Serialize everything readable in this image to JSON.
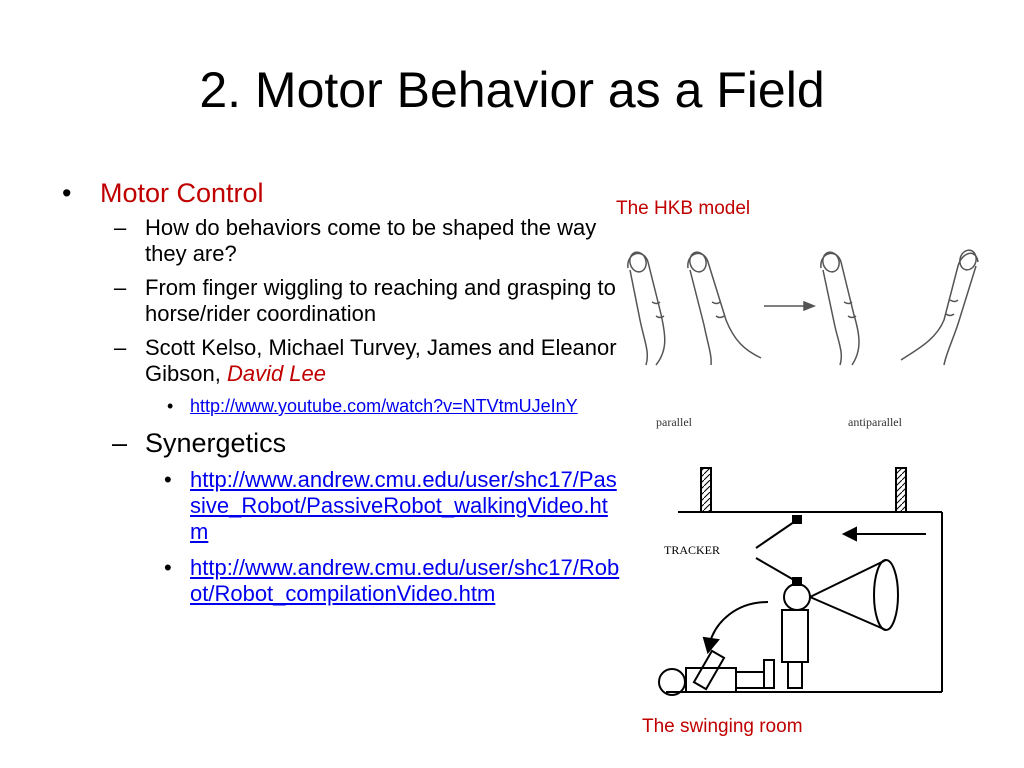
{
  "slide": {
    "title": "2. Motor Behavior as a Field"
  },
  "bullets": {
    "motor_control": "Motor Control",
    "q1": "How do behaviors come to be shaped the way they are?",
    "q2": "From finger wiggling to reaching and grasping to horse/rider coordination",
    "q3_prefix": "Scott Kelso, Michael Turvey, James and Eleanor Gibson,",
    "q3_highlight": "David Lee",
    "link1": "http://www.youtube.com/watch?v=NTVtmUJeInY",
    "synergetics": "Synergetics",
    "link2": "http://www.andrew.cmu.edu/user/shc17/Passive_Robot/PassiveRobot_walkingVideo.htm",
    "link3": "http://www.andrew.cmu.edu/user/shc17/Robot/Robot_compilationVideo.htm"
  },
  "figures": {
    "hkb_caption": "The HKB model",
    "parallel_label": "parallel",
    "antiparallel_label": "antiparallel",
    "tracker_label": "TRACKER",
    "room_caption": "The swinging room"
  }
}
